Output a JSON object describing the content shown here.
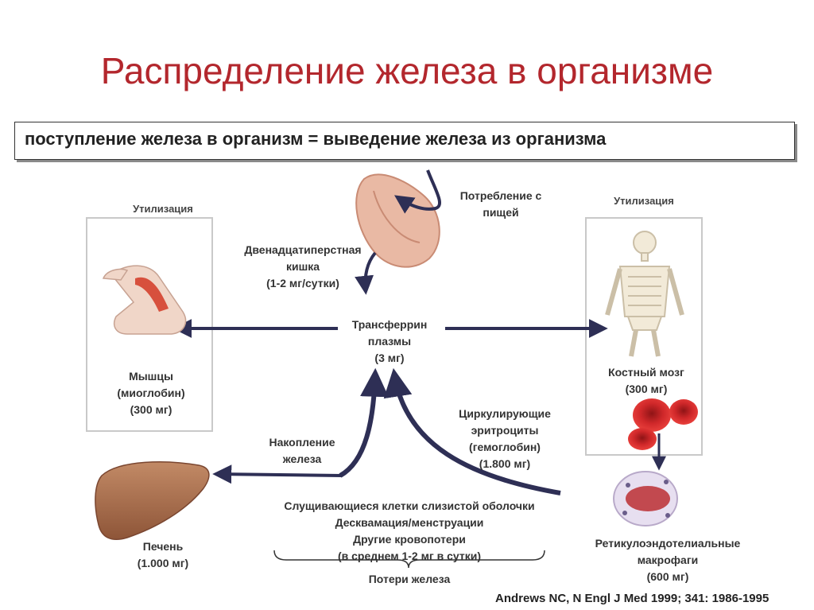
{
  "title": "Распределение железа в организме",
  "banner": "поступление железа в организм = выведение железа из организма",
  "labels": {
    "utilization_left": "Утилизация",
    "utilization_right": "Утилизация",
    "food_intake_1": "Потребление с",
    "food_intake_2": "пищей",
    "duodenum_1": "Двенадцатиперстная",
    "duodenum_2": "кишка",
    "duodenum_3": "(1-2 мг/сутки)",
    "transferrin_1": "Трансферрин",
    "transferrin_2": "плазмы",
    "transferrin_3": "(3 мг)",
    "muscles_1": "Мышцы",
    "muscles_2": "(миоглобин)",
    "muscles_3": "(300 мг)",
    "bone_marrow_1": "Костный мозг",
    "bone_marrow_2": "(300 мг)",
    "storage_1": "Накопление",
    "storage_2": "железа",
    "erythrocytes_1": "Циркулирующие",
    "erythrocytes_2": "эритроциты",
    "erythrocytes_3": "(гемоглобин)",
    "erythrocytes_4": "(1.800 мг)",
    "losses_1": "Слущивающиеся клетки слизистой оболочки",
    "losses_2": "Десквамация/менструации",
    "losses_3": "Другие кровопотери",
    "losses_4": "(в среднем 1-2 мг в  сутки)",
    "losses_caption": "Потери железа",
    "liver_1": "Печень",
    "liver_2": "(1.000 мг)",
    "macrophages_1": "Ретикулоэндотелиальные",
    "macrophages_2": "макрофаги",
    "macrophages_3": "(600 мг)"
  },
  "citation": "Andrews NC, N Engl J Med 1999; 341: 1986-1995",
  "colors": {
    "title": "#b3272d",
    "arrow": "#2e2f55",
    "organ": "#e7b59a",
    "blood_cell": "#d0282a"
  }
}
